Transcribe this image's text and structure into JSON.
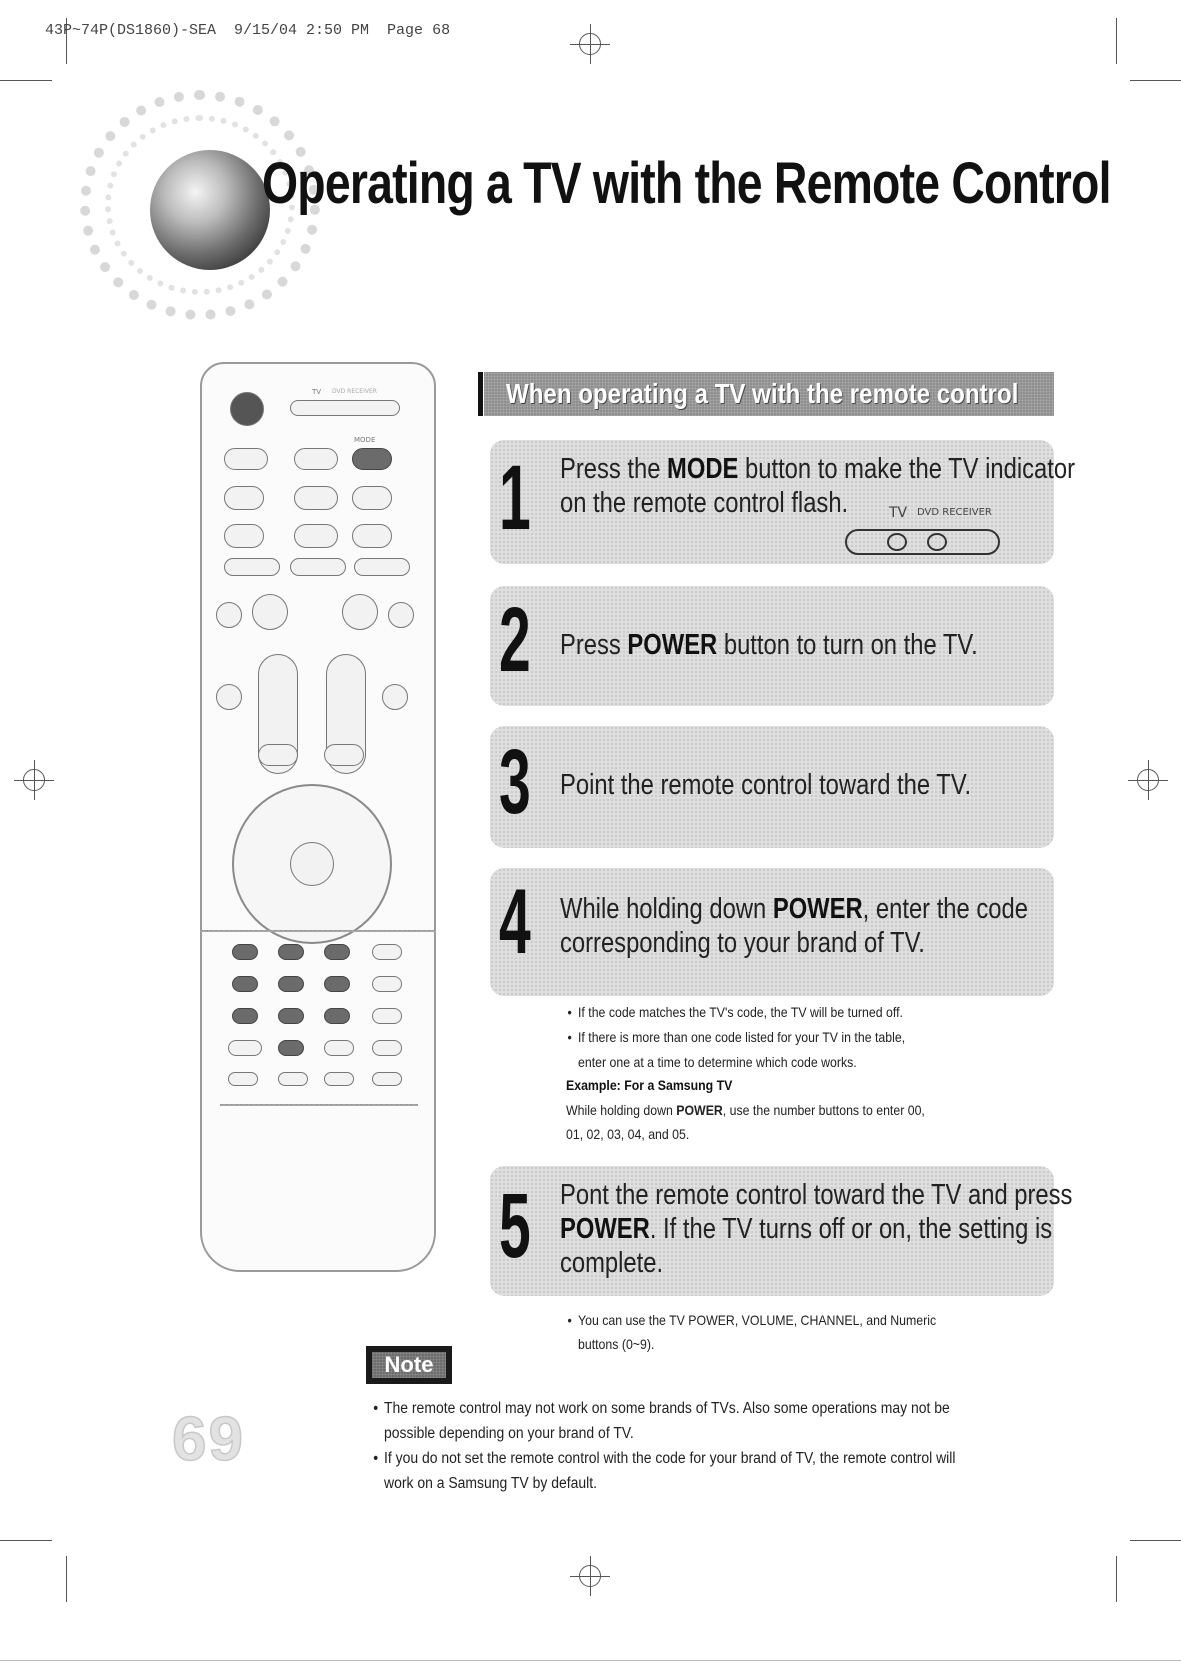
{
  "print_slug": "43P~74P(DS1860)-SEA  9/15/04 2:50 PM  Page 68",
  "page_title": "Operating a TV with the Remote Control",
  "section_title": "When operating a TV with the remote control",
  "indicator": {
    "tv_label": "TV",
    "dvd_label": "DVD RECEIVER"
  },
  "remote_labels": {
    "tv": "TV",
    "mode": "MODE",
    "dvd_receiver": "DVD RECEIVER"
  },
  "steps": [
    {
      "number": "1",
      "line1_pre": "Press the ",
      "line1_bold": "MODE",
      "line1_post": " button to make the TV indicator",
      "line2": "on the remote control flash."
    },
    {
      "number": "2",
      "line1_pre": "Press ",
      "line1_bold": "POWER",
      "line1_post": " button to turn on the TV."
    },
    {
      "number": "3",
      "line1": "Point the remote control toward the TV."
    },
    {
      "number": "4",
      "line1_pre": "While holding down ",
      "line1_bold": "POWER",
      "line1_post": ", enter the code",
      "line2": "corresponding to your brand of TV."
    },
    {
      "number": "5",
      "line1": "Pont the remote control toward the TV and press",
      "line2_bold": "POWER",
      "line2_post": ". If the TV turns off or on, the setting is",
      "line3": "complete."
    }
  ],
  "step4_bullets": [
    "If the code matches the TV's code, the TV will be turned off.",
    "If there is more than one code listed for your TV in the table,",
    "enter one at a time to determine which code works."
  ],
  "example": {
    "title": "Example: For a Samsung TV",
    "line1_pre": "While holding down ",
    "line1_bold": "POWER",
    "line1_post": ", use the number buttons to enter 00,",
    "line2": "01, 02, 03, 04, and 05."
  },
  "step5_bullets": [
    "You can use the TV POWER, VOLUME, CHANNEL, and Numeric",
    "buttons (0~9)."
  ],
  "note_label": "Note",
  "notes": [
    "The remote control may not work on some brands of TVs. Also some operations may not be",
    "possible depending on your brand of TV.",
    "If you do not set the remote control with the code for your brand of TV, the remote control will",
    "work on a Samsung TV by default."
  ],
  "bullet_glyph": "•",
  "page_number": "69",
  "colors": {
    "bar": "#8f8f8f",
    "step_bg": "#dedede",
    "text": "#1a1a1a",
    "note_badge": "#6d6d6d"
  }
}
